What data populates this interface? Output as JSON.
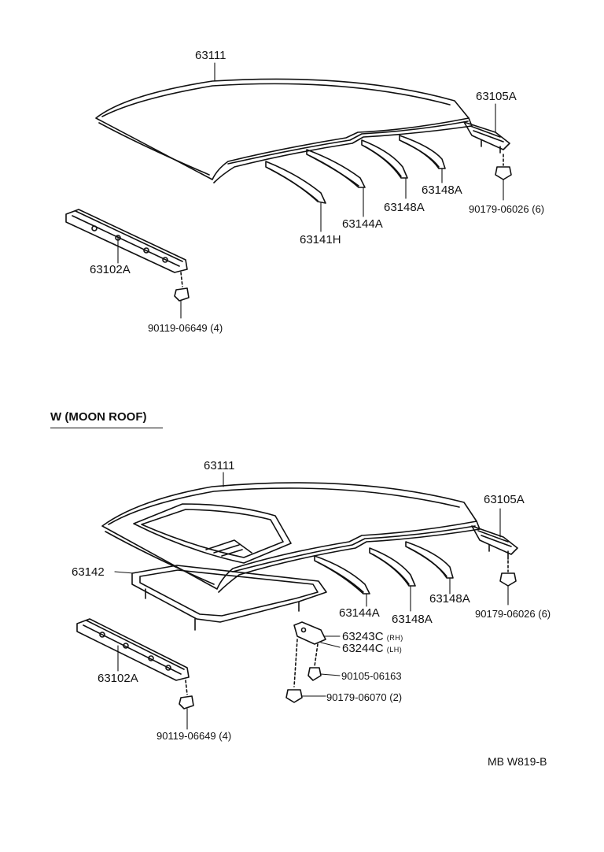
{
  "upper": {
    "labels": {
      "roof_panel": "63111",
      "rear_rail": "63105A",
      "bow_a": "63148A",
      "bow_b": "63148A",
      "bow_c": "63144A",
      "bow_d": "63141H",
      "rear_clip": "90179-06026 (6)",
      "front_rail": "63102A",
      "front_bolt": "90119-06649 (4)"
    }
  },
  "section_title": "W (MOON ROOF)",
  "lower": {
    "labels": {
      "roof_panel": "63111",
      "rear_rail": "63105A",
      "moonroof_frame": "63142",
      "bow_c": "63144A",
      "bow_b": "63148A",
      "bow_a": "63148A",
      "rear_clip": "90179-06026 (6)",
      "bracket_rh": "63243C",
      "bracket_rh_tag": "(RH)",
      "bracket_lh": "63244C",
      "bracket_lh_tag": "(LH)",
      "bracket_bolt": "90105-06163",
      "bracket_nut": "90179-06070 (2)",
      "front_rail": "63102A",
      "front_bolt": "90119-06649 (4)"
    }
  },
  "drawing_code": "MB W819-B"
}
